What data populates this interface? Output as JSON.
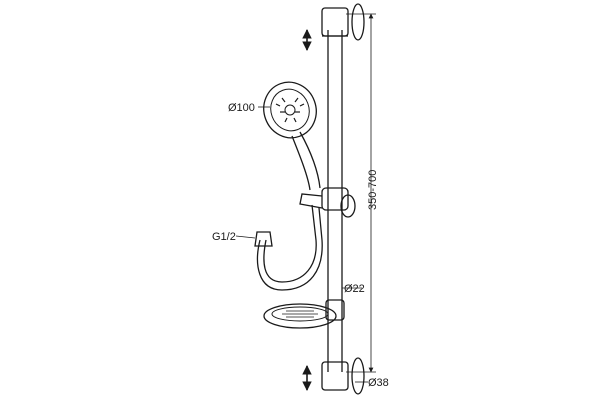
{
  "labels": {
    "head_diameter": "Ø100",
    "hose_thread": "G1/2",
    "rail_diameter": "Ø22",
    "mount_diameter": "Ø38",
    "height_range": "350-700"
  }
}
